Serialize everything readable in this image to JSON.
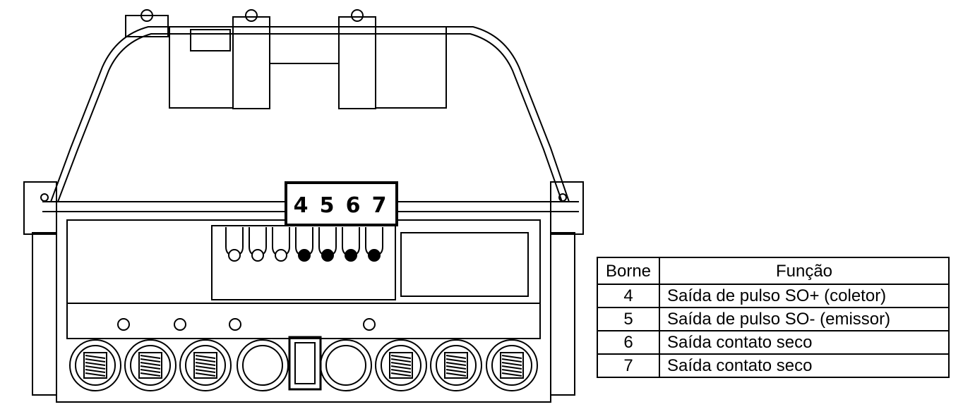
{
  "terminal_labels": [
    "4",
    "5",
    "6",
    "7"
  ],
  "table": {
    "headers": [
      "Borne",
      "Função"
    ],
    "rows": [
      {
        "terminal": "4",
        "function": "Saída de pulso SO+ (coletor)"
      },
      {
        "terminal": "5",
        "function": "Saída de pulso SO- (emissor)"
      },
      {
        "terminal": "6",
        "function": "Saída contato seco"
      },
      {
        "terminal": "7",
        "function": "Saída contato seco"
      }
    ]
  },
  "colors": {
    "line": "#000000",
    "background": "#ffffff",
    "terminal_dot": "#000000"
  }
}
